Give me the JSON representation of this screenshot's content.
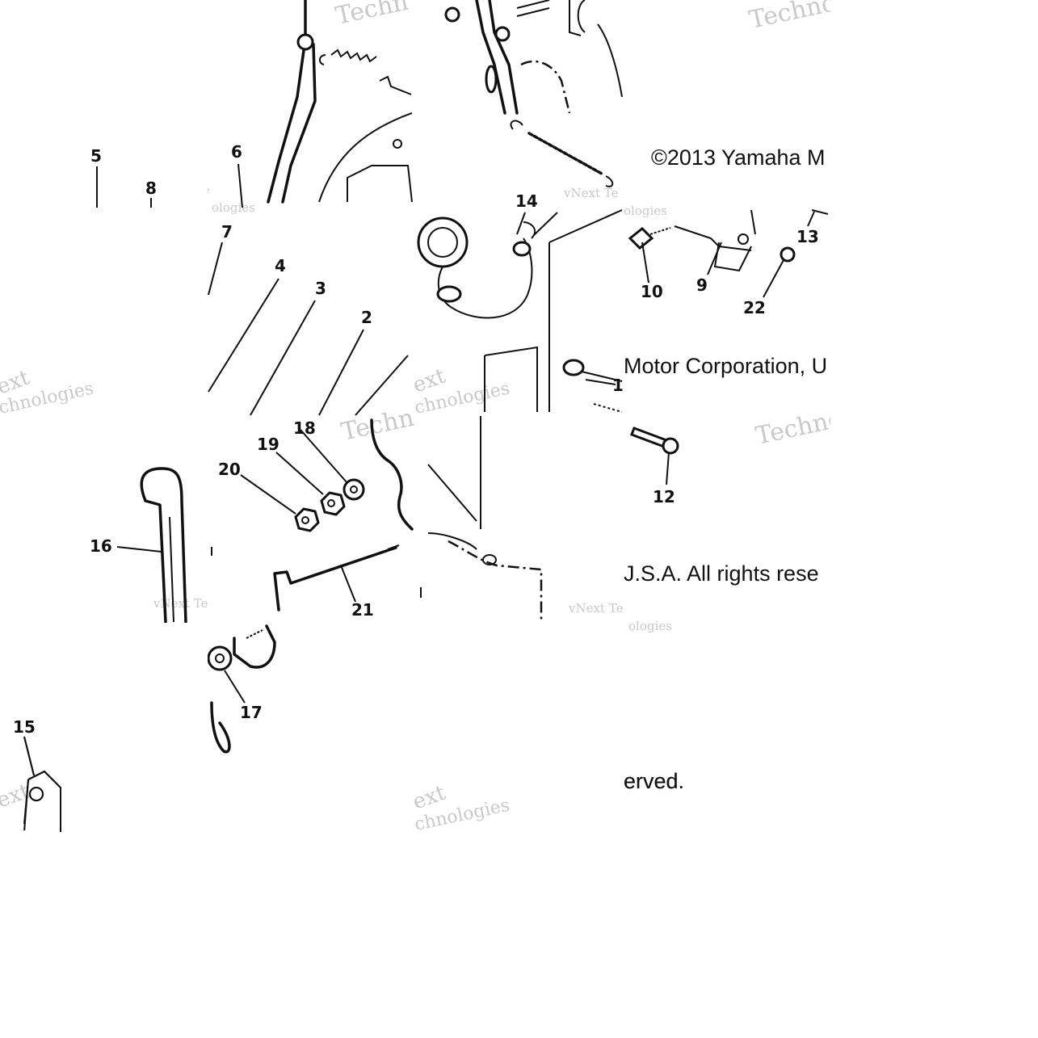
{
  "callouts": [
    "1",
    "2",
    "3",
    "4",
    "5",
    "6",
    "7",
    "8",
    "9",
    "10",
    "12",
    "13",
    "14",
    "15",
    "16",
    "17",
    "18",
    "19",
    "20",
    "21",
    "22"
  ],
  "copyright": {
    "line1": "©2013 Yamaha M",
    "line2": "Motor Corporation, U",
    "line3": "J.S.A. All rights rese",
    "line4": "erved."
  },
  "watermark": {
    "brand_a": "vNext",
    "brand_b": "Technologies",
    "short_a": "vNext Te",
    "short_b": "ologies",
    "short_c": "Techn",
    "short_d": "chnologies",
    "short_e": "ext"
  },
  "colors": {
    "ink": "#111111",
    "watermark": "#c9c9c9",
    "background": "#ffffff"
  }
}
